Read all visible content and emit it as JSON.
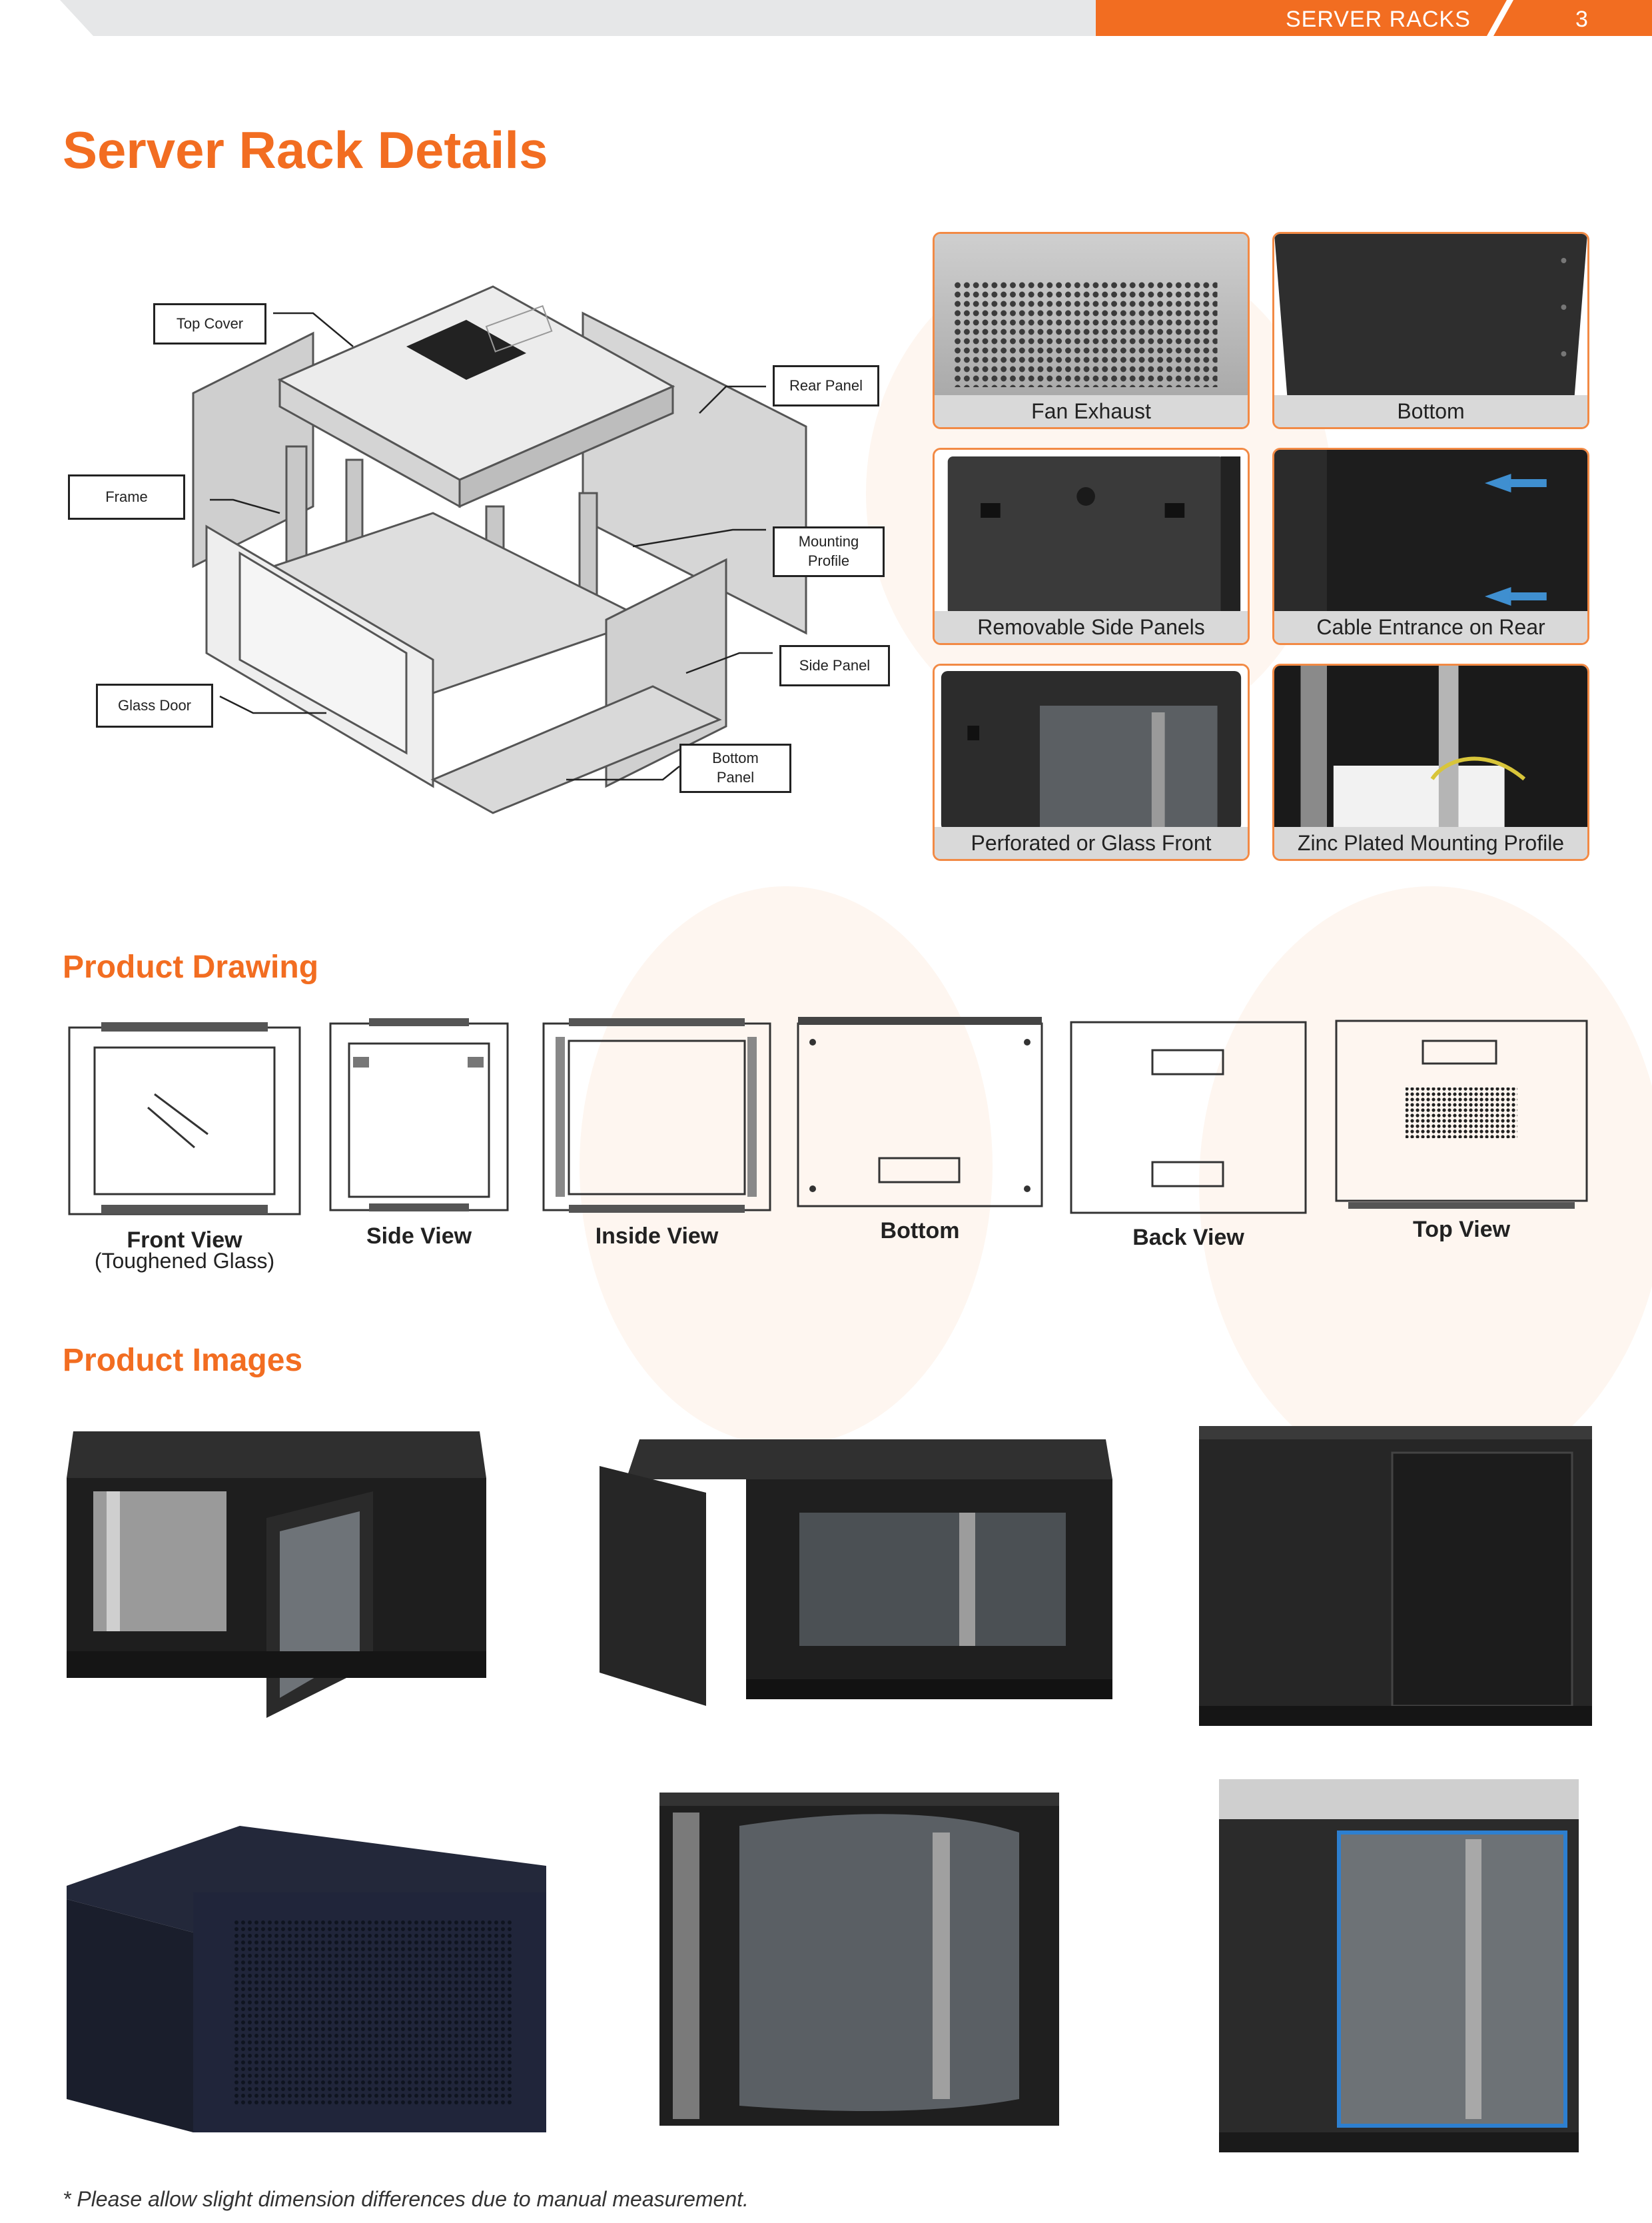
{
  "header": {
    "section": "SERVER RACKS",
    "page_number": "3"
  },
  "title": "Server Rack Details",
  "diagram": {
    "callouts": {
      "top_cover": "Top Cover",
      "rear_panel": "Rear Panel",
      "frame": "Frame",
      "mounting_profile_1": "Mounting",
      "mounting_profile_2": "Profile",
      "side_panel": "Side Panel",
      "glass_door": "Glass Door",
      "bottom_panel_1": "Bottom",
      "bottom_panel_2": "Panel"
    }
  },
  "details": [
    "Fan Exhaust",
    "Bottom",
    "Removable Side Panels",
    "Cable Entrance on Rear",
    "Perforated or Glass Front",
    "Zinc Plated Mounting Profile"
  ],
  "product_drawing": {
    "heading": "Product Drawing",
    "views": {
      "front": "Front View",
      "front_note": "(Toughened Glass)",
      "side": "Side View",
      "inside": "Inside View",
      "bottom": "Bottom",
      "back": "Back View",
      "top": "Top View"
    }
  },
  "product_images": {
    "heading": "Product Images"
  },
  "footnote": "* Please allow slight dimension differences due to manual measurement.",
  "colors": {
    "accent": "#f26d21",
    "header_grey": "#e6e7e8",
    "caption_grey": "#d9d9d9"
  }
}
